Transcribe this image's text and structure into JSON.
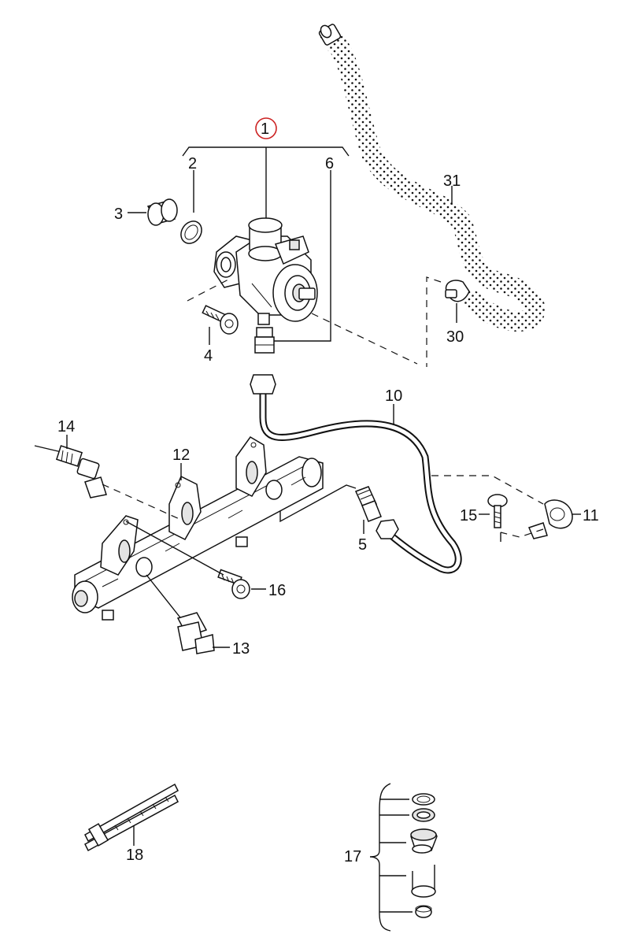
{
  "diagram": {
    "highlight_color": "#cc2222",
    "callouts": [
      {
        "id": "1",
        "text": "1"
      },
      {
        "id": "2",
        "text": "2"
      },
      {
        "id": "3",
        "text": "3"
      },
      {
        "id": "4",
        "text": "4"
      },
      {
        "id": "5",
        "text": "5"
      },
      {
        "id": "6",
        "text": "6"
      },
      {
        "id": "10",
        "text": "10"
      },
      {
        "id": "11",
        "text": "11"
      },
      {
        "id": "12",
        "text": "12"
      },
      {
        "id": "13",
        "text": "13"
      },
      {
        "id": "14",
        "text": "14"
      },
      {
        "id": "15",
        "text": "15"
      },
      {
        "id": "16",
        "text": "16"
      },
      {
        "id": "17",
        "text": "17"
      },
      {
        "id": "18",
        "text": "18"
      },
      {
        "id": "30",
        "text": "30"
      },
      {
        "id": "31",
        "text": "31"
      }
    ]
  }
}
